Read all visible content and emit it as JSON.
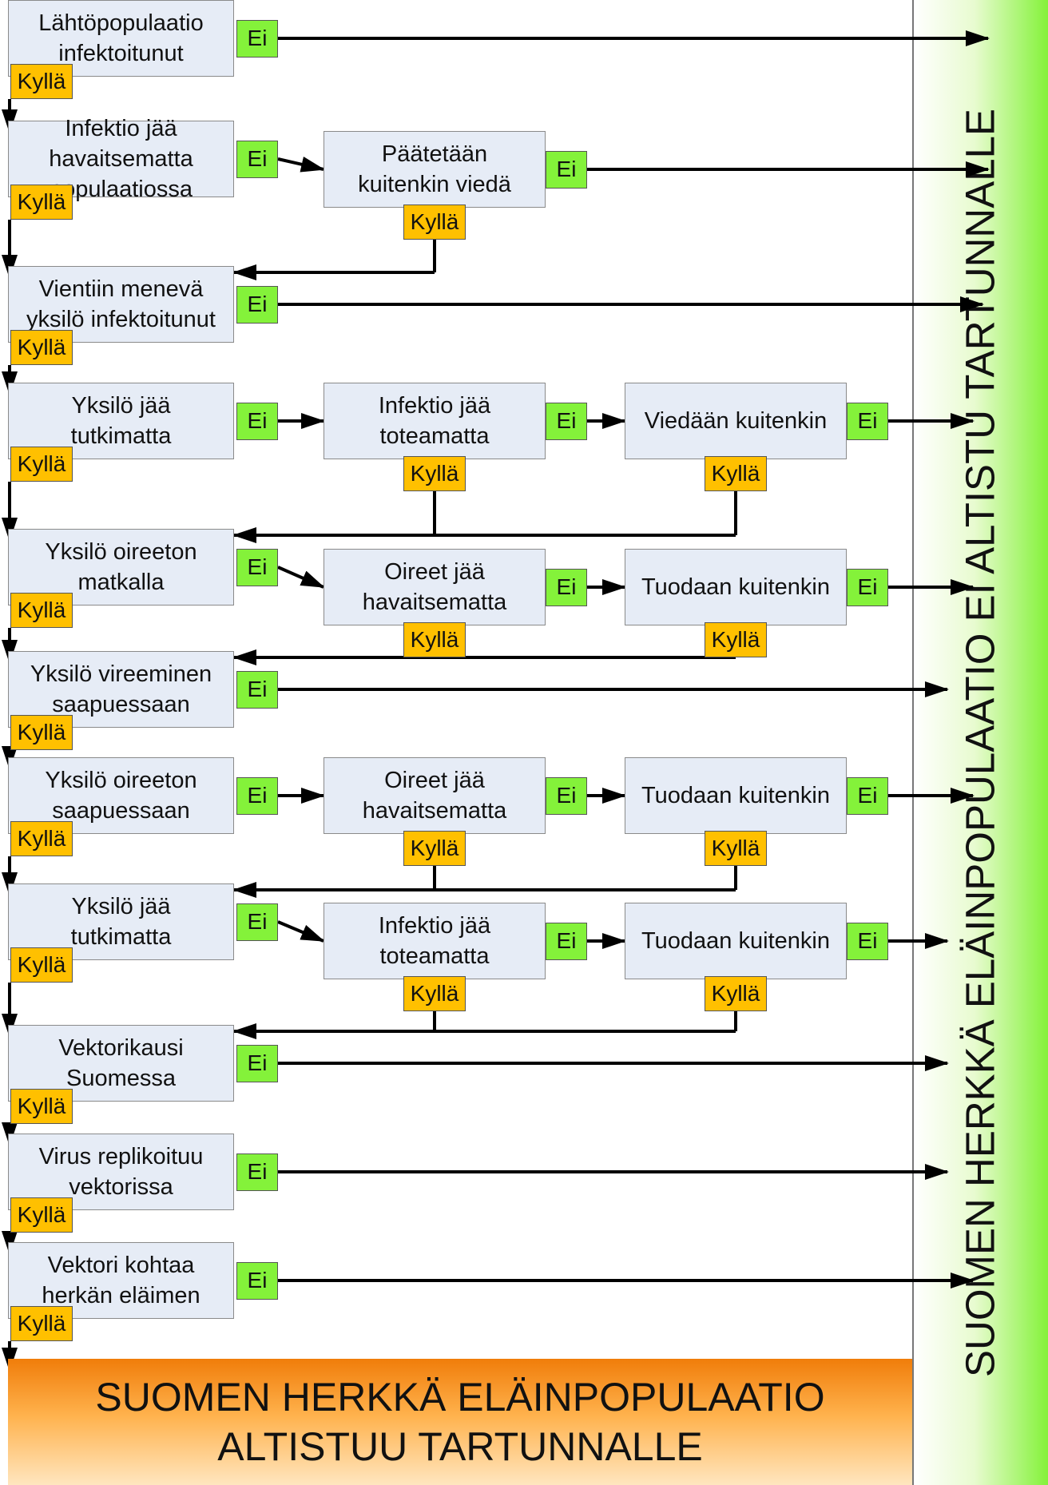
{
  "side_panel": {
    "text": "SUOMEN HERKKÄ ELÄINPOPULAATIO EI ALTISTU TARTUNNALLE"
  },
  "bottom_panel": {
    "line1": "SUOMEN HERKKÄ ELÄINPOPULAATIO",
    "line2": "ALTISTUU TARTUNNALLE"
  },
  "tags": {
    "no": "Ei",
    "yes": "Kyllä"
  },
  "colors": {
    "node_fill": "#e6ecf6",
    "ei_fill": "#84f23a",
    "kylla_fill": "#ffc000",
    "side_panel": "#84f23a",
    "bottom_panel": "#f07d0a"
  },
  "steps": [
    {
      "text": "Lähtöpopulaatio\ninfektoitunut",
      "branches": []
    },
    {
      "text": "Infektio jää\nhavaitsematta\npopulaatiossa",
      "branches": [
        "Päätetään\nkuitenkin viedä"
      ]
    },
    {
      "text": "Vientiin menevä\nyksilö infektoitunut",
      "branches": []
    },
    {
      "text": "Yksilö jää\ntutkimatta",
      "branches": [
        "Infektio jää\ntoteamatta",
        "Viedään kuitenkin"
      ]
    },
    {
      "text": "Yksilö oireeton\nmatkalla",
      "branches": [
        "Oireet jää\nhavaitsematta",
        "Tuodaan kuitenkin"
      ]
    },
    {
      "text": "Yksilö vireeminen\nsaapuessaan",
      "branches": []
    },
    {
      "text": "Yksilö oireeton\nsaapuessaan",
      "branches": [
        "Oireet jää\nhavaitsematta",
        "Tuodaan kuitenkin"
      ]
    },
    {
      "text": "Yksilö jää\ntutkimatta",
      "branches": [
        "Infektio jää\ntoteamatta",
        "Tuodaan kuitenkin"
      ]
    },
    {
      "text": "Vektorikausi\nSuomessa",
      "branches": []
    },
    {
      "text": "Virus replikoituu\nvektorissa",
      "branches": []
    },
    {
      "text": "Vektori kohtaa\nherkän eläimen",
      "branches": []
    }
  ]
}
